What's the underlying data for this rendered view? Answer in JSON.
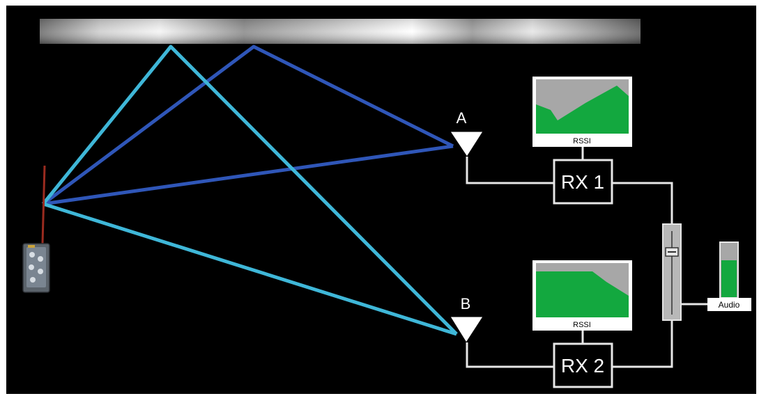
{
  "antennas": {
    "a_label": "A",
    "b_label": "B"
  },
  "receivers": {
    "rx1_label": "RX 1",
    "rx2_label": "RX 2"
  },
  "rssi": {
    "caption1": "RSSI",
    "caption2": "RSSI"
  },
  "audio": {
    "label": "Audio",
    "level": 0.68
  },
  "colors": {
    "background": "#000000",
    "path_cyan": "#3fb7d8",
    "path_blue": "#2f56b8",
    "rssi_fill": "#13a83f",
    "panel_gray": "#a7a7a7",
    "wire": "#e6e6e6"
  }
}
